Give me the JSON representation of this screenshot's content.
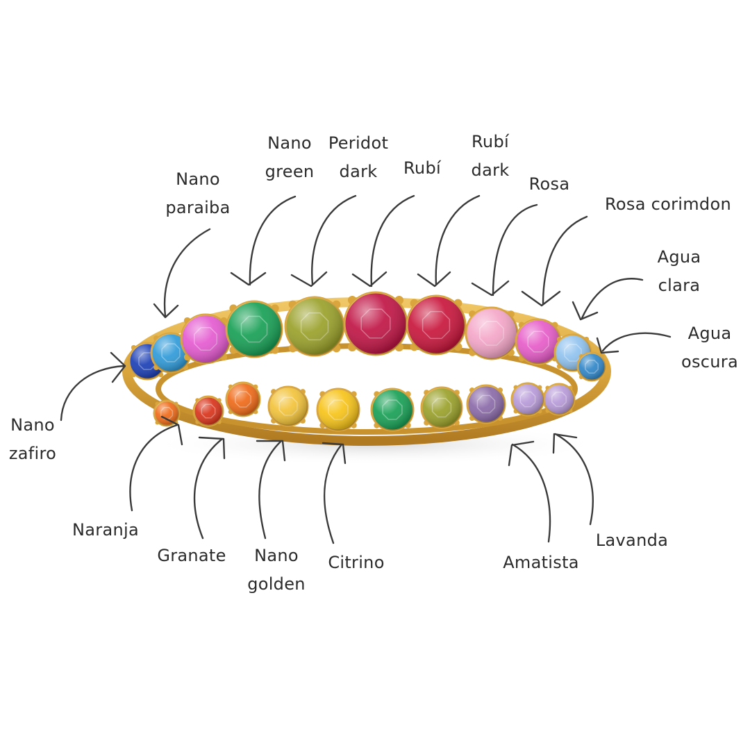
{
  "labels": {
    "nano_paraiba": [
      "Nano",
      "paraiba"
    ],
    "nano_green": [
      "Nano",
      "green"
    ],
    "peridot_dark": [
      "Peridot",
      "dark"
    ],
    "rubi": [
      "Rubí"
    ],
    "rubi_dark": [
      "Rubí",
      "dark"
    ],
    "rosa": [
      "Rosa"
    ],
    "rosa_corimdon": [
      "Rosa corimdon"
    ],
    "agua_clara": [
      "Agua",
      "clara"
    ],
    "agua_oscura": [
      "Agua",
      "oscura"
    ],
    "nano_zafiro": [
      "Nano",
      "zafiro"
    ],
    "naranja": [
      "Naranja"
    ],
    "granate": [
      "Granate"
    ],
    "nano_golden": [
      "Nano",
      "golden"
    ],
    "citrino": [
      "Citrino"
    ],
    "amatista": [
      "Amatista"
    ],
    "lavanda": [
      "Lavanda"
    ]
  },
  "colors": {
    "gold": "#d9a53c",
    "gold_dark": "#a8741c",
    "nano_zafiro": "#1b3fb5",
    "nano_paraiba": "#2f9ad8",
    "pink_sapphire": "#e45ad0",
    "nano_green": "#18a055",
    "peridot_dark": "#9aa12a",
    "rubi": "#c01545",
    "rubi_dark": "#c8163c",
    "rosa": "#f4a6c8",
    "rosa_corimdon": "#e65cc8",
    "agua_clara": "#8fc2ee",
    "agua_oscura": "#2f86c8",
    "naranja": "#ef6a18",
    "granate": "#d8331a",
    "nano_golden": "#f2c33a",
    "citrino": "#f7c419",
    "amatista": "#8a6aa8",
    "lavanda": "#b79ad8"
  }
}
